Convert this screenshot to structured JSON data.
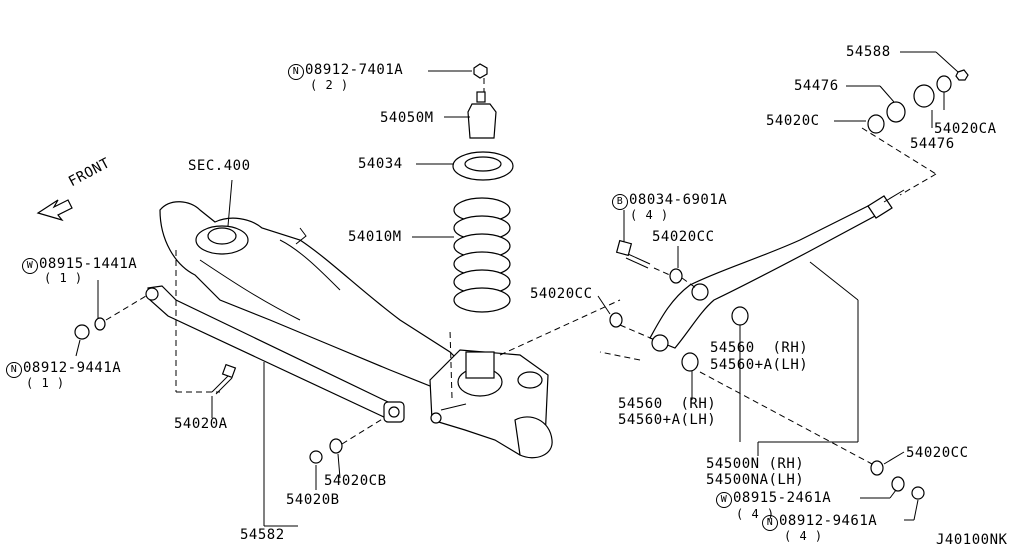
{
  "front_label": "FRONT",
  "sec_label": "SEC.400",
  "diagram_code": "J40100NK",
  "symbols": {
    "N": "N",
    "W": "W",
    "B": "B"
  },
  "parts": {
    "p08912_7401A": {
      "number": "08912-7401A",
      "qty": "( 2 )"
    },
    "p54050M": "54050M",
    "p54034": "54034",
    "p54010M": "54010M",
    "p08915_1441A": {
      "number": "08915-1441A",
      "qty": "( 1 )"
    },
    "p08912_9441A": {
      "number": "08912-9441A",
      "qty": "( 1 )"
    },
    "p54020A": "54020A",
    "p54020CB": "54020CB",
    "p54020B": "54020B",
    "p54582": "54582",
    "p54588": "54588",
    "p54476_top": "54476",
    "p54020C": "54020C",
    "p54020CA": "54020CA",
    "p54476_bot": "54476",
    "p08034_6901A": {
      "number": "08034-6901A",
      "qty": "( 4 )"
    },
    "p54020CC_a": "54020CC",
    "p54020CC_b": "54020CC",
    "p54560_a": {
      "rh": "54560  (RH)",
      "lh": "54560+A(LH)"
    },
    "p54560_b": {
      "rh": "54560  (RH)",
      "lh": "54560+A(LH)"
    },
    "p54500N": {
      "rh": "54500N (RH)",
      "lh": "54500NA(LH)"
    },
    "p54020CC_c": "54020CC",
    "p08915_2461A": {
      "number": "08915-2461A",
      "qty": "( 4 )"
    },
    "p08912_9461A": {
      "number": "08912-9461A",
      "qty": "( 4 )"
    }
  }
}
